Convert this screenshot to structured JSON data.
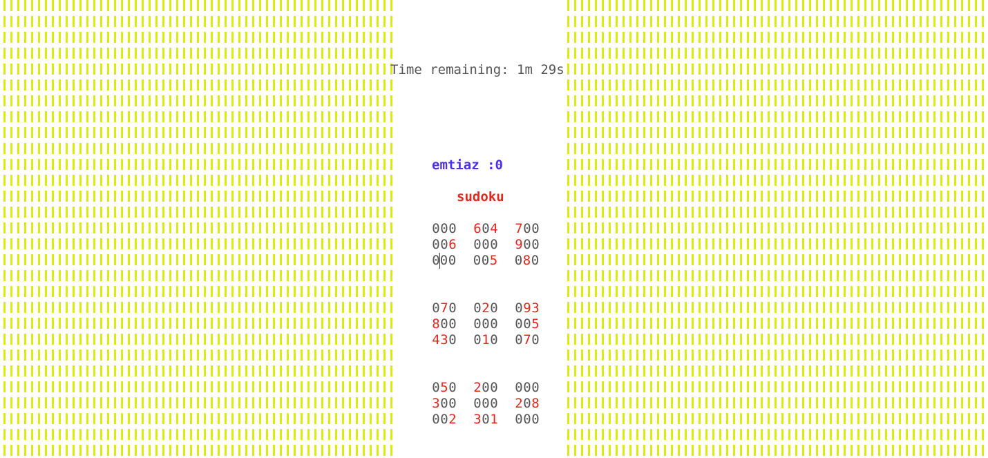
{
  "timer": {
    "text": "Time remaining: 1m 29s"
  },
  "score": {
    "text": "emtiaz :0"
  },
  "game": {
    "title": "sudoku"
  },
  "colors": {
    "stripe": "#d8ec10",
    "empty_digit": "#555555",
    "given_digit": "#e0281e",
    "score": "#4a2ff0"
  },
  "cursor_cell": "row 3, column 2",
  "board": {
    "rows": [
      [
        "0",
        "0",
        "0",
        "6",
        "0",
        "4",
        "7",
        "0",
        "0"
      ],
      [
        "0",
        "0",
        "6",
        "0",
        "0",
        "0",
        "9",
        "0",
        "0"
      ],
      [
        "0",
        "0",
        "0",
        "0",
        "0",
        "5",
        "0",
        "8",
        "0"
      ],
      [
        "0",
        "7",
        "0",
        "0",
        "2",
        "0",
        "0",
        "9",
        "3"
      ],
      [
        "8",
        "0",
        "0",
        "0",
        "0",
        "0",
        "0",
        "0",
        "5"
      ],
      [
        "4",
        "3",
        "0",
        "0",
        "1",
        "0",
        "0",
        "7",
        "0"
      ],
      [
        "0",
        "5",
        "0",
        "2",
        "0",
        "0",
        "0",
        "0",
        "0"
      ],
      [
        "3",
        "0",
        "0",
        "0",
        "0",
        "0",
        "2",
        "0",
        "8"
      ],
      [
        "0",
        "0",
        "2",
        "3",
        "0",
        "1",
        "0",
        "0",
        "0"
      ]
    ]
  }
}
